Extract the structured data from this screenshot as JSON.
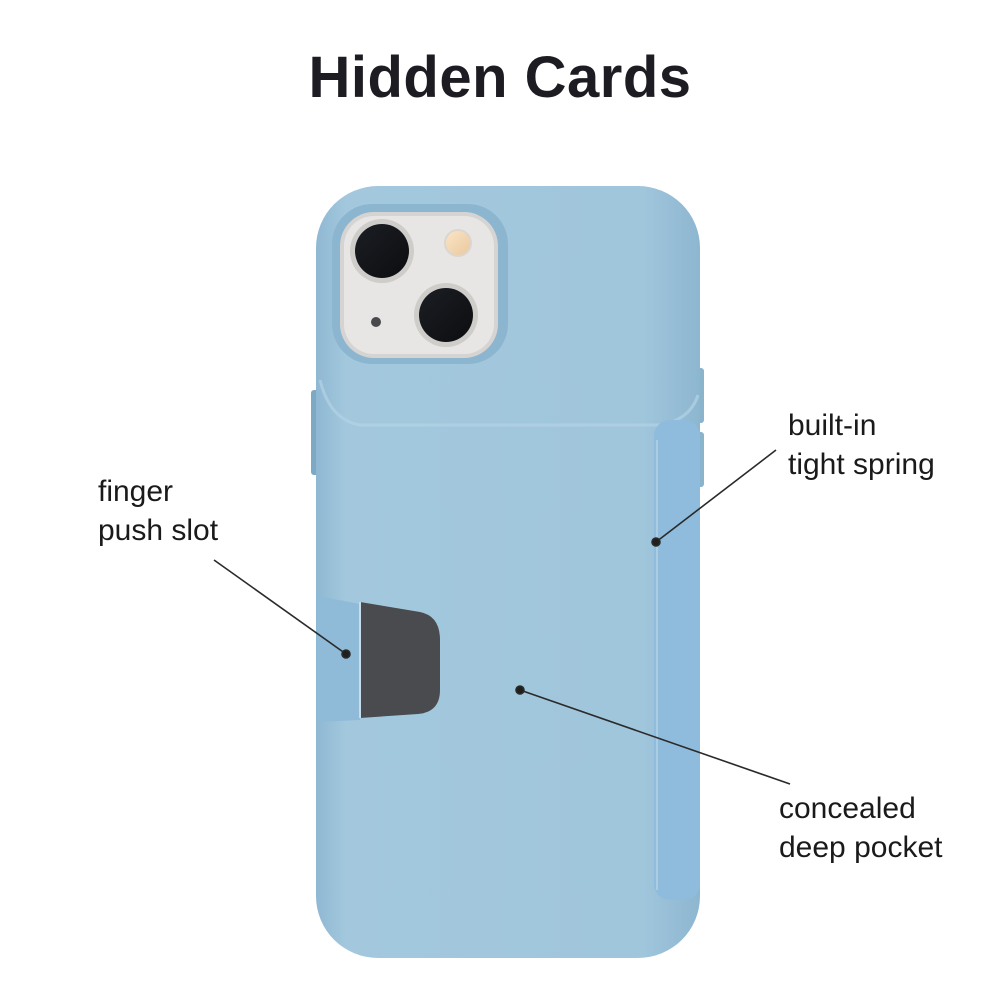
{
  "title": "Hidden Cards",
  "product": {
    "type": "phone-case",
    "case_color": "#9dc3da",
    "camera_plate_color": "#e6e4e2"
  },
  "callouts": [
    {
      "id": "finger-push-slot",
      "line1": "finger",
      "line2": "push slot"
    },
    {
      "id": "built-in-tight-spring",
      "line1": "built-in",
      "line2": "tight spring"
    },
    {
      "id": "concealed-deep-pocket",
      "line1": "concealed",
      "line2": "deep pocket"
    }
  ]
}
